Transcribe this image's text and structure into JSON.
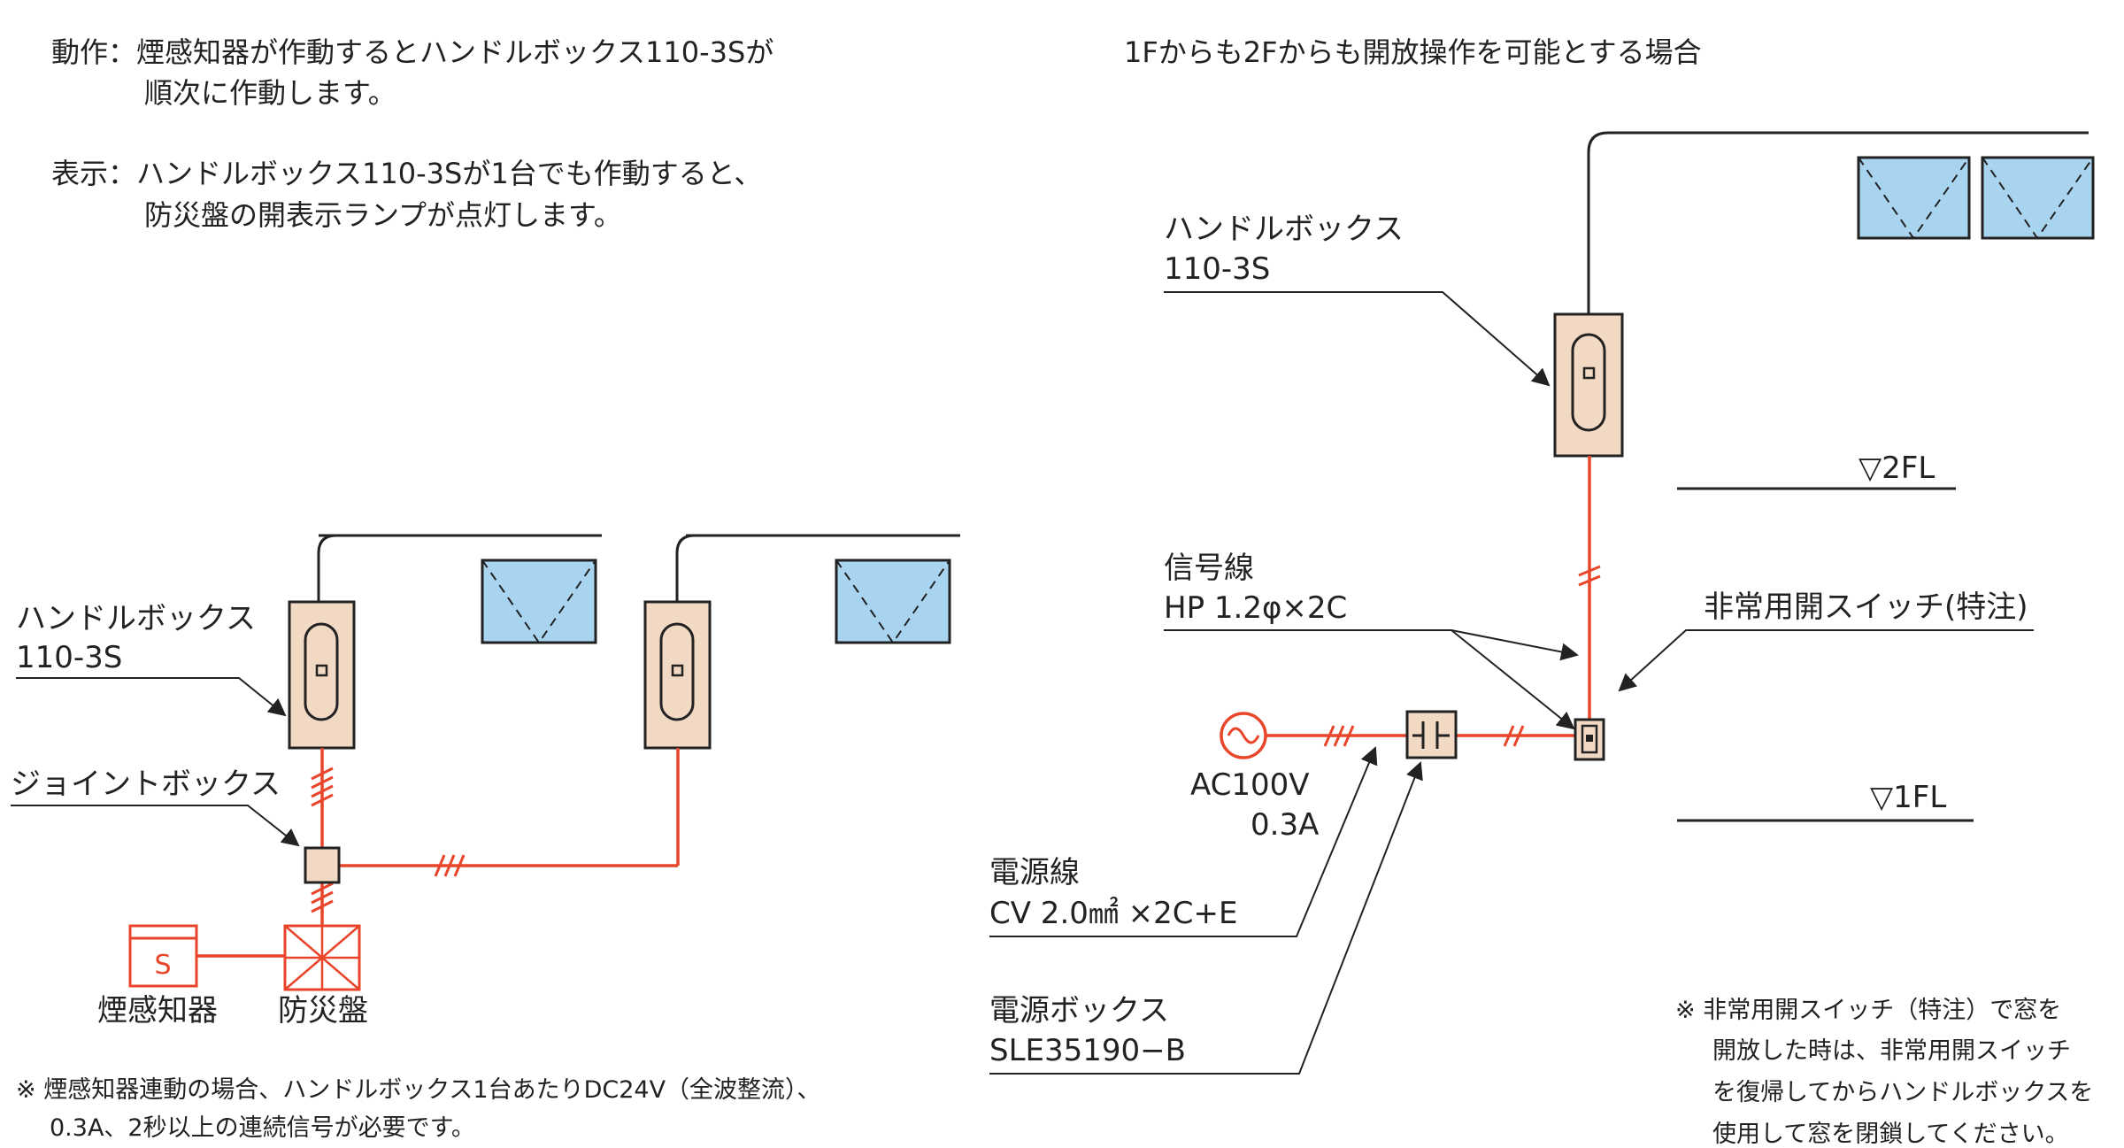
{
  "left_panel": {
    "op_line1": "動作：煙感知器が作動するとハンドルボックス110-3Sが",
    "op_line2": "順次に作動します。",
    "disp_line1": "表示：ハンドルボックス110-3Sが1台でも作動すると、",
    "disp_line2": "防災盤の開表示ランプが点灯します。",
    "handlebox_label1": "ハンドルボックス",
    "handlebox_label2": "110-3S",
    "jointbox_label": "ジョイントボックス",
    "smoke_symbol": "S",
    "smoke_label": "煙感知器",
    "panel_label": "防災盤",
    "note1": "※ 煙感知器連動の場合、ハンドルボックス1台あたりDC24V（全波整流）、",
    "note2": "0.3A、2秒以上の連続信号が必要です。"
  },
  "right_panel": {
    "title": "1Fからも2Fからも開放操作を可能とする場合",
    "handlebox_label1": "ハンドルボックス",
    "handlebox_label2": "110-3S",
    "floor2": "▽2FL",
    "floor1": "▽1FL",
    "signal_label1": "信号線",
    "signal_label2": "HP 1.2φ×2C",
    "switch_label": "非常用開スイッチ(特注)",
    "ac_label1": "AC100V",
    "ac_label2": "0.3A",
    "power_line_label1": "電源線",
    "power_line_label2": "CV 2.0㎟ ×2C+E",
    "power_box_label1": "電源ボックス",
    "power_box_label2": "SLE35190−B",
    "note_line1": "※ 非常用開スイッチ（特注）で窓を",
    "note_line2": "開放した時は、非常用開スイッチ",
    "note_line3": "を復帰してからハンドルボックスを",
    "note_line4": "使用して窓を閉鎖してください。"
  },
  "colors": {
    "wire": "#e8452a",
    "handle_box_fill": "#f2d9c4",
    "window_fill": "#a8d4f0",
    "line": "#222222"
  }
}
